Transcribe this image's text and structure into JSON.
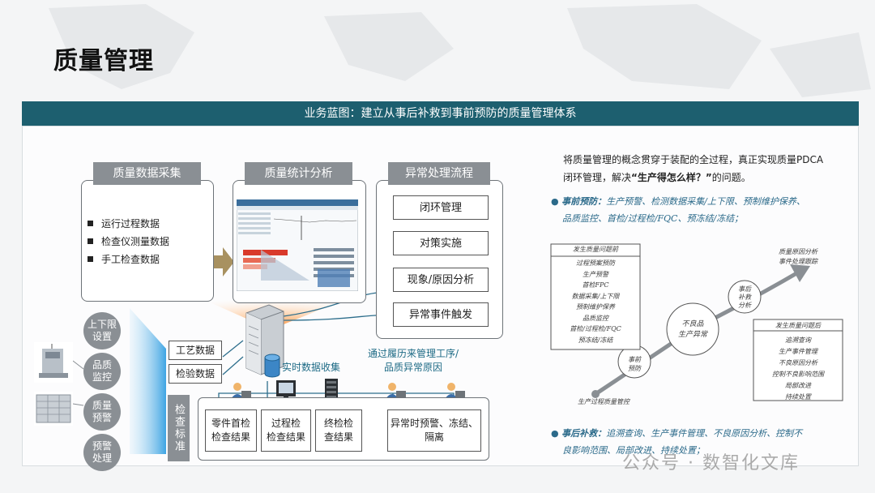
{
  "title": "质量管理",
  "banner": "业务蓝图：建立从事后补救到事前预防的质量管理体系",
  "collection": {
    "header": "质量数据采集",
    "items": [
      "运行过程数据",
      "检查仪测量数据",
      "手工检查数据"
    ]
  },
  "analysis": {
    "header": "质量统计分析"
  },
  "exception": {
    "header": "异常处理流程",
    "steps": [
      "闭环管理",
      "对策实施",
      "现象/原因分析",
      "异常事件触发"
    ]
  },
  "left_circles": [
    {
      "l1": "上下限",
      "l2": "设置"
    },
    {
      "l1": "品质",
      "l2": "监控"
    },
    {
      "l1": "质量",
      "l2": "预警"
    },
    {
      "l1": "预警",
      "l2": "处理"
    }
  ],
  "data_boxes": [
    "工艺数据",
    "检验数据"
  ],
  "realtime_label": "实时数据收集",
  "trace_text": {
    "l1": "通过履历来管理工序/",
    "l2": "品质异常原因"
  },
  "inspection_std": "检查标准",
  "bottom_steps": [
    {
      "l1": "零件首检",
      "l2": "检查结果"
    },
    {
      "l1": "过程检",
      "l2": "检查结果"
    },
    {
      "l1": "终检检",
      "l2": "查结果"
    },
    {
      "l1": "异常时预警、冻结、",
      "l2": "隔离"
    }
  ],
  "right": {
    "intro_l1": "将质量管理的概念贯穿于装配的全过程，真正实现质量PDCA",
    "intro_l2a": "闭环管理，解决",
    "intro_l2b": "“生产得怎么样？”",
    "intro_l2c": "的问题。",
    "pre_label": "事前预防：",
    "pre_l1": "生产预警、检测数据采集/上下限、预制维护保养、",
    "pre_l2": "品质监控、首检/过程检/FQC、预冻结/冻结；",
    "post_label": "事后补救：",
    "post_l1": "追溯查询、生产事件管理、不良原因分析、控制不",
    "post_l2": "良影响范围、局部改进、持续处置；"
  },
  "sketch": {
    "left_box_title": "发生质量问题前",
    "left_box_items": [
      "过程预案预防",
      "生产预警",
      "首检FPC",
      "数据采集/上下限",
      "预制维护保养",
      "品质监控",
      "首检/过程检/FQC",
      "预冻结/冻结"
    ],
    "center": {
      "l1": "不良品",
      "l2": "生产异常"
    },
    "pre": {
      "l1": "事前",
      "l2": "预防"
    },
    "post": {
      "l1": "事后",
      "l2": "补救",
      "l3": "分析"
    },
    "top_right": {
      "l1": "质量原因分析",
      "l2": "事件处理跟踪"
    },
    "right_box_title": "发生质量问题后",
    "right_box_items": [
      "追溯查询",
      "生产事件管理",
      "不良原因分析",
      "控制不良影响范围",
      "局部改进",
      "持续处置"
    ],
    "bottom": "生产过程质量管控"
  },
  "watermark": "公众号 · 数智化文库"
}
